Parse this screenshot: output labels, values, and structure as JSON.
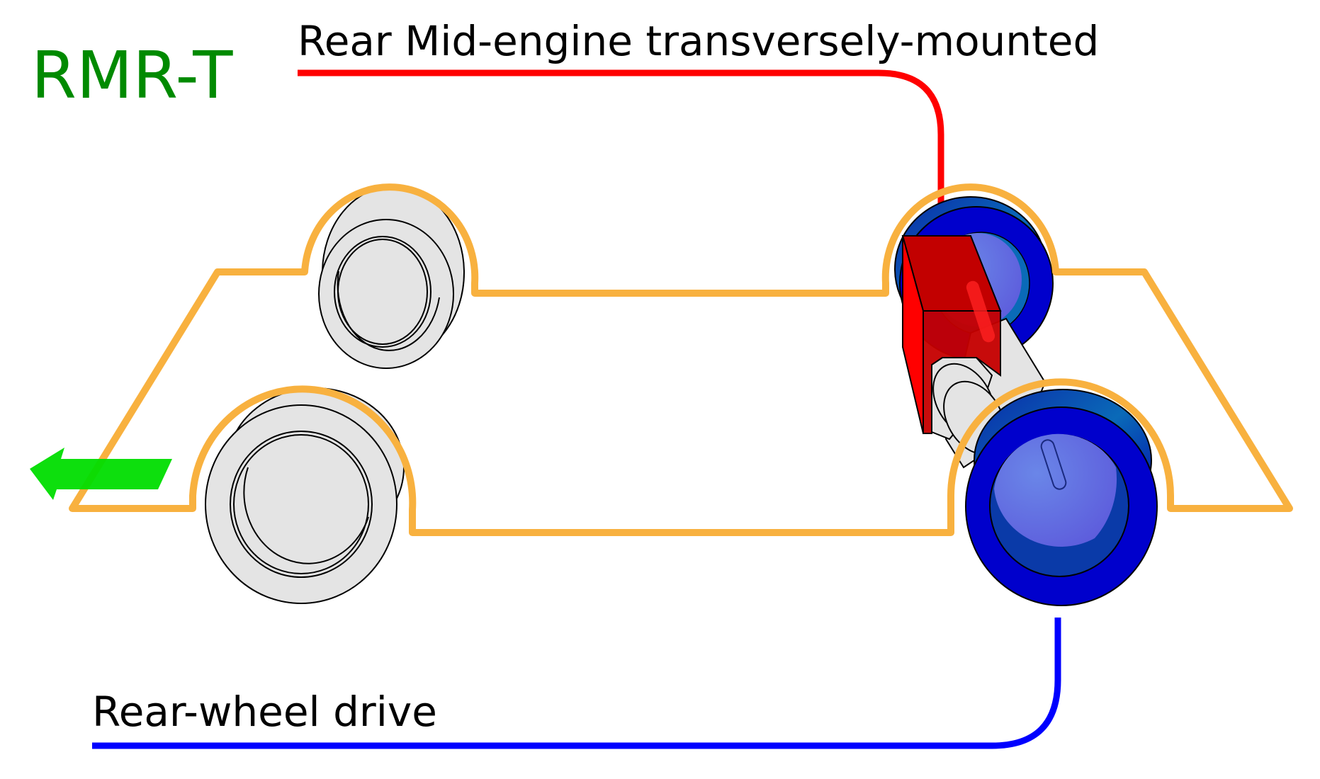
{
  "title": {
    "text": "RMR-T",
    "color": "#008a00"
  },
  "labels": {
    "engine": {
      "text": "Rear Mid-engine transversely-mounted",
      "leader_color": "#ff0000"
    },
    "drive": {
      "text": "Rear-wheel drive",
      "leader_color": "#0000ff"
    }
  },
  "colors": {
    "body_outline": "#f8b13f",
    "direction_arrow": "#00dd00",
    "engine": "#ff0000",
    "driven_wheels": "#0000cc",
    "undriven_wheels": "#e4e4e4",
    "driveshaft": "#e4e4e4"
  },
  "components": {
    "direction_arrow": {
      "icon": "arrow-left-icon",
      "meaning": "forward direction"
    },
    "front_wheels": {
      "count": 2,
      "driven": false
    },
    "rear_wheels": {
      "count": 2,
      "driven": true
    },
    "engine": {
      "position": "rear mid",
      "orientation": "transverse"
    }
  }
}
